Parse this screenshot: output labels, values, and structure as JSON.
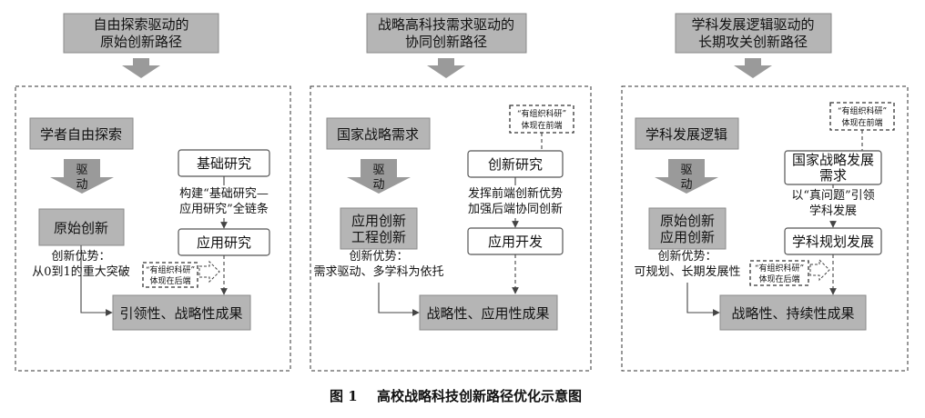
{
  "caption": {
    "number": "图 1",
    "title": "高校战略科技创新路径优化示意图"
  },
  "columns": [
    {
      "header": [
        "自由探索驱动的",
        "原始创新路径"
      ],
      "source": "学者自由探索",
      "driver_chars": [
        "驱",
        "动"
      ],
      "result_box": [
        "原始创新"
      ],
      "advantage": [
        "创新优势：",
        "从0到1的重大突破"
      ],
      "top_box": "基础研究",
      "middle_text": [
        "构建“基础研究—",
        "应用研究”全链条"
      ],
      "bottom_box": "应用研究",
      "note": [
        "“有组织科研”",
        "体现在后端"
      ],
      "outcome": "引领性、战略性成果"
    },
    {
      "header": [
        "战略高科技需求驱动的",
        "协同创新路径"
      ],
      "source": "国家战略需求",
      "driver_chars": [
        "驱",
        "动"
      ],
      "result_box": [
        "应用创新",
        "工程创新"
      ],
      "advantage": [
        "创新优势：",
        "需求驱动、多学科为依托"
      ],
      "note": [
        "“有组织科研”",
        "体现在前端"
      ],
      "top_box": "创新研究",
      "middle_text": [
        "发挥前端创新优势",
        "加强后端协同创新"
      ],
      "bottom_box": "应用开发",
      "outcome": "战略性、应用性成果"
    },
    {
      "header": [
        "学科发展逻辑驱动的",
        "长期攻关创新路径"
      ],
      "source": "学科发展逻辑",
      "driver_chars": [
        "驱",
        "动"
      ],
      "result_box": [
        "原始创新",
        "应用创新"
      ],
      "advantage": [
        "创新优势：",
        "可规划、长期发展性"
      ],
      "note_top": [
        "“有组织科研”",
        "体现在前端"
      ],
      "top_box": [
        "国家战略发展",
        "需求"
      ],
      "middle_text": [
        "以“真问题”引领",
        "学科发展"
      ],
      "bottom_box": "学科规划发展",
      "note": [
        "“有组织科研”",
        "体现在后端"
      ],
      "outcome": "战略性、持续性成果"
    }
  ]
}
